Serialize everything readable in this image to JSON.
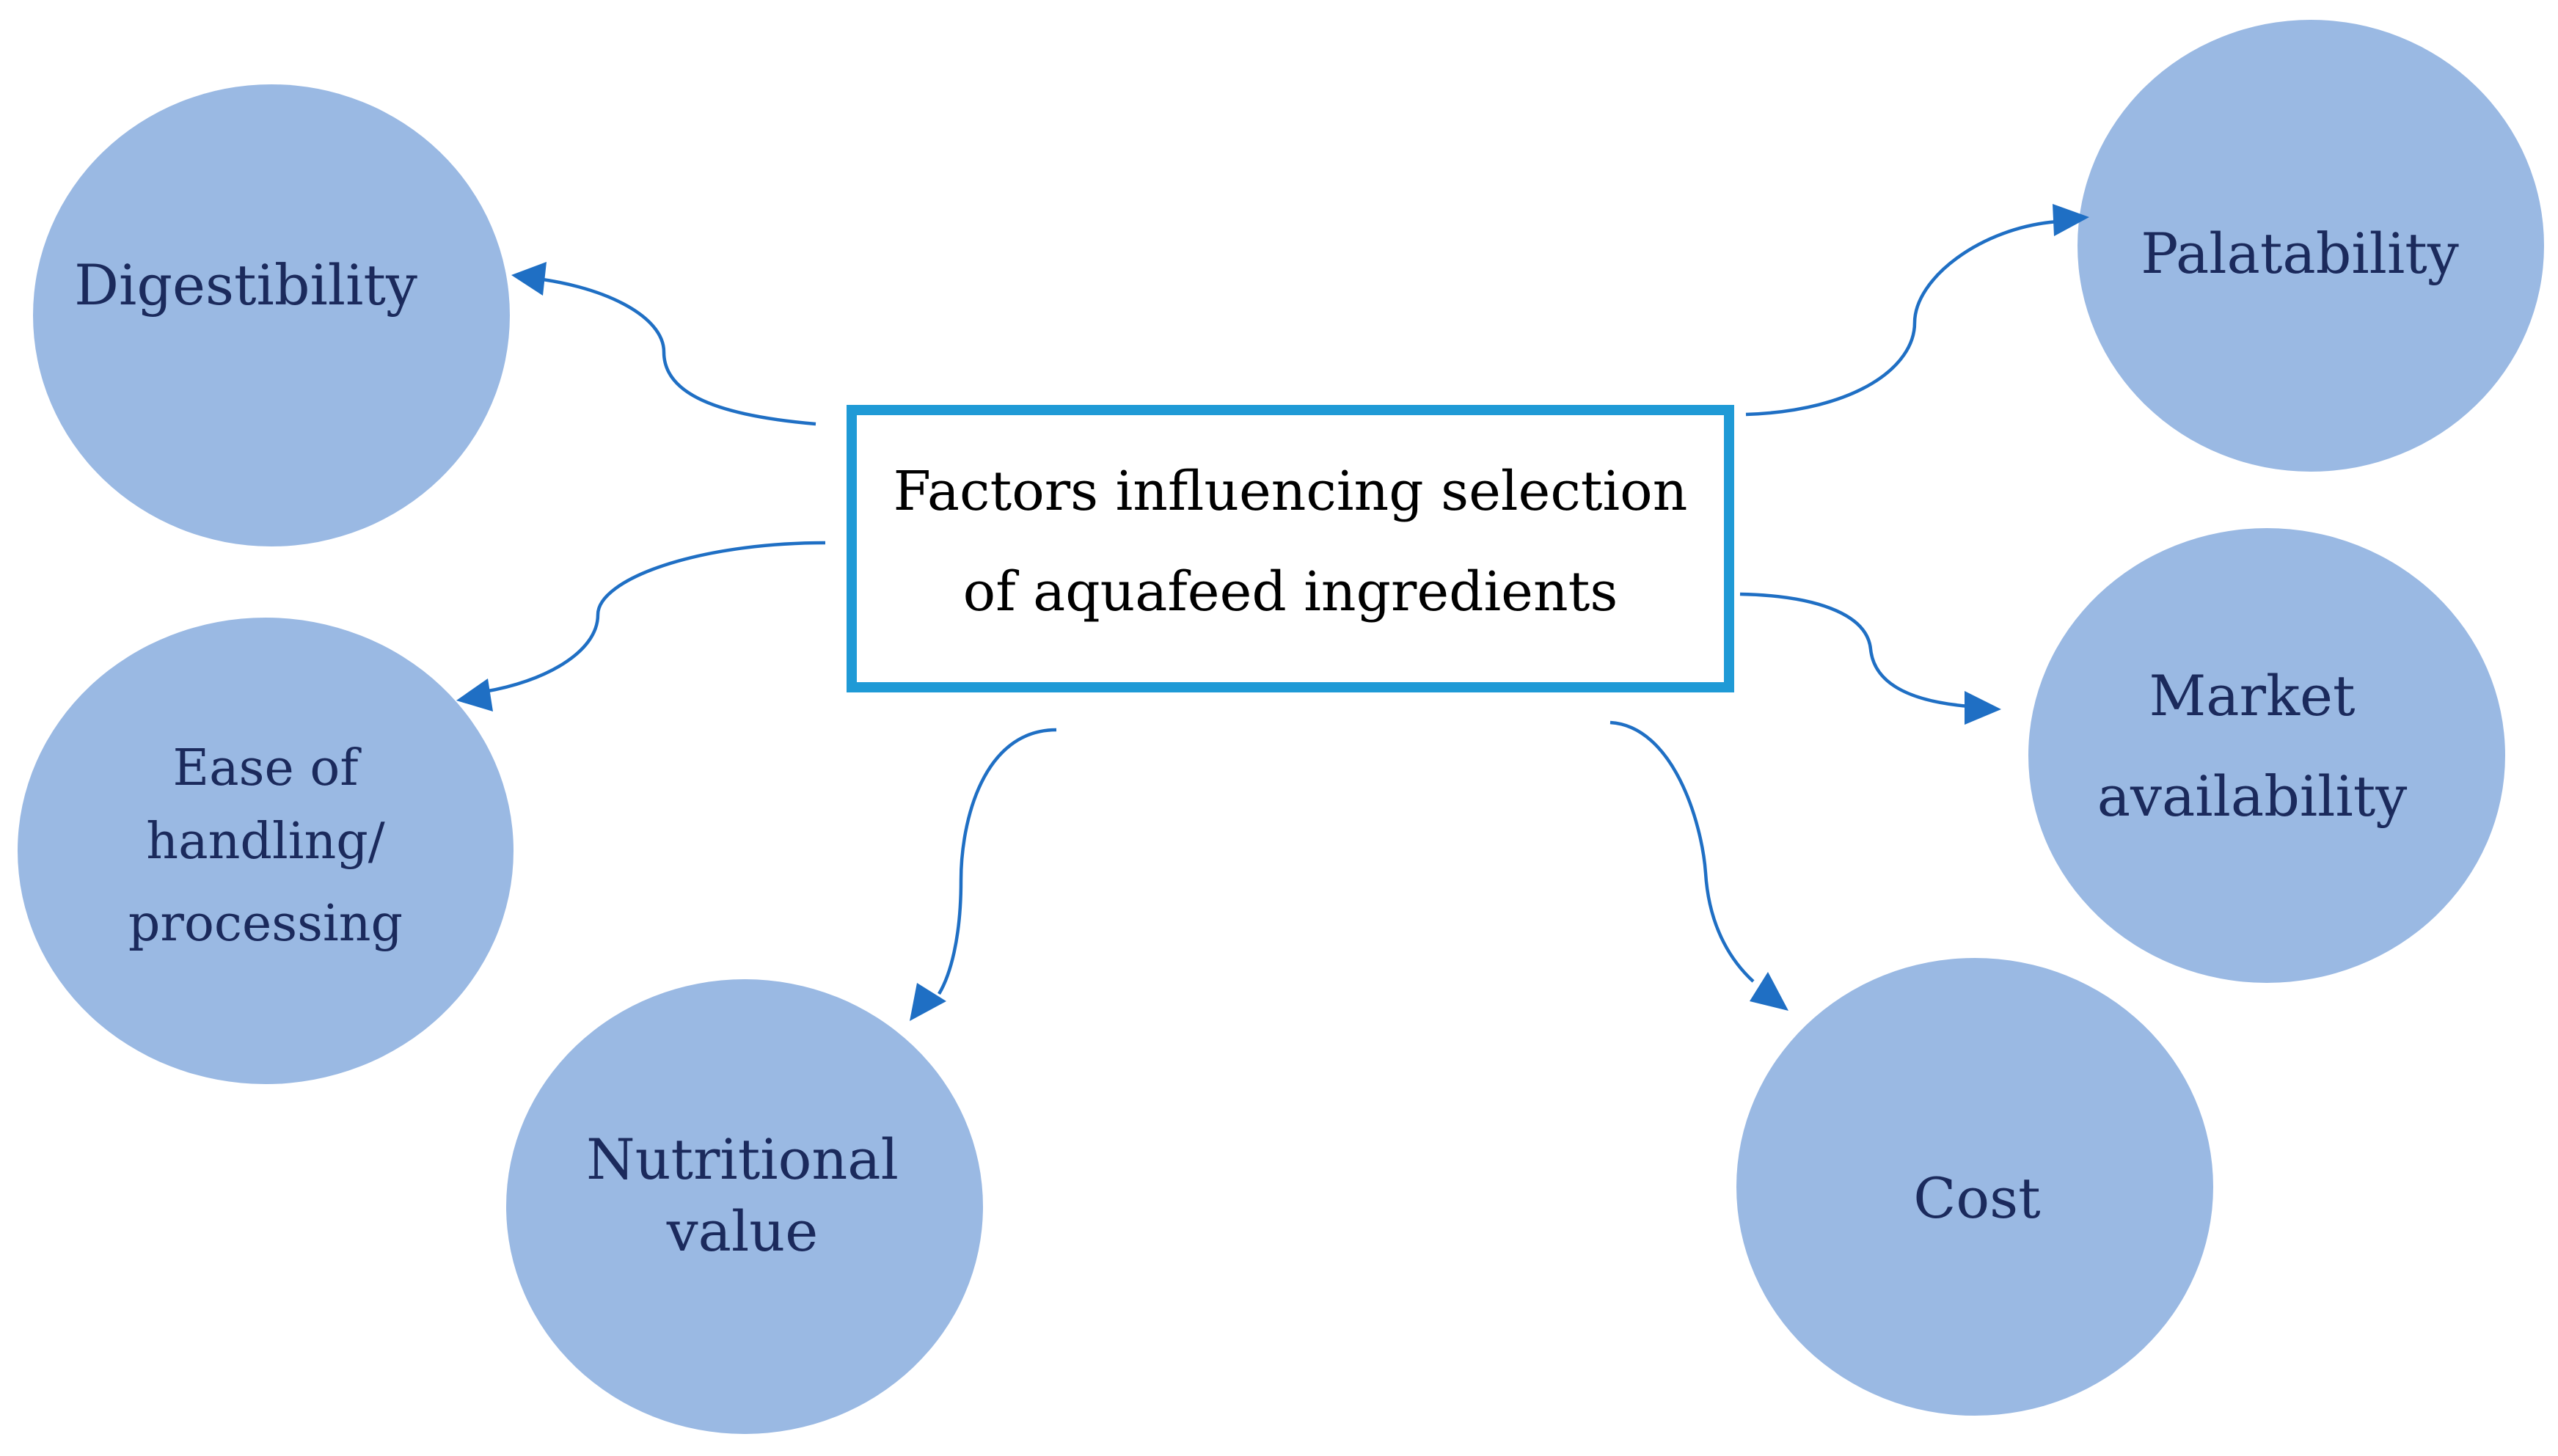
{
  "colors": {
    "circle_fill": "#9ab9e3",
    "box_border": "#1f9ad6",
    "arrow": "#1f6fc4",
    "node_text": "#1b2a5c",
    "center_text": "#000000"
  },
  "center": {
    "line1": "Factors influencing selection",
    "line2": "of aquafeed ingredients"
  },
  "nodes": {
    "digestibility": {
      "line1": "Digestibility"
    },
    "palatability": {
      "line1": "Palatability"
    },
    "ease_of_handling": {
      "line1": "Ease of",
      "line2": "handling/",
      "line3": "processing"
    },
    "market_availability": {
      "line1": "Market",
      "line2": "availability"
    },
    "nutritional_value": {
      "line1": "Nutritional",
      "line2": "value"
    },
    "cost": {
      "line1": "Cost"
    }
  }
}
